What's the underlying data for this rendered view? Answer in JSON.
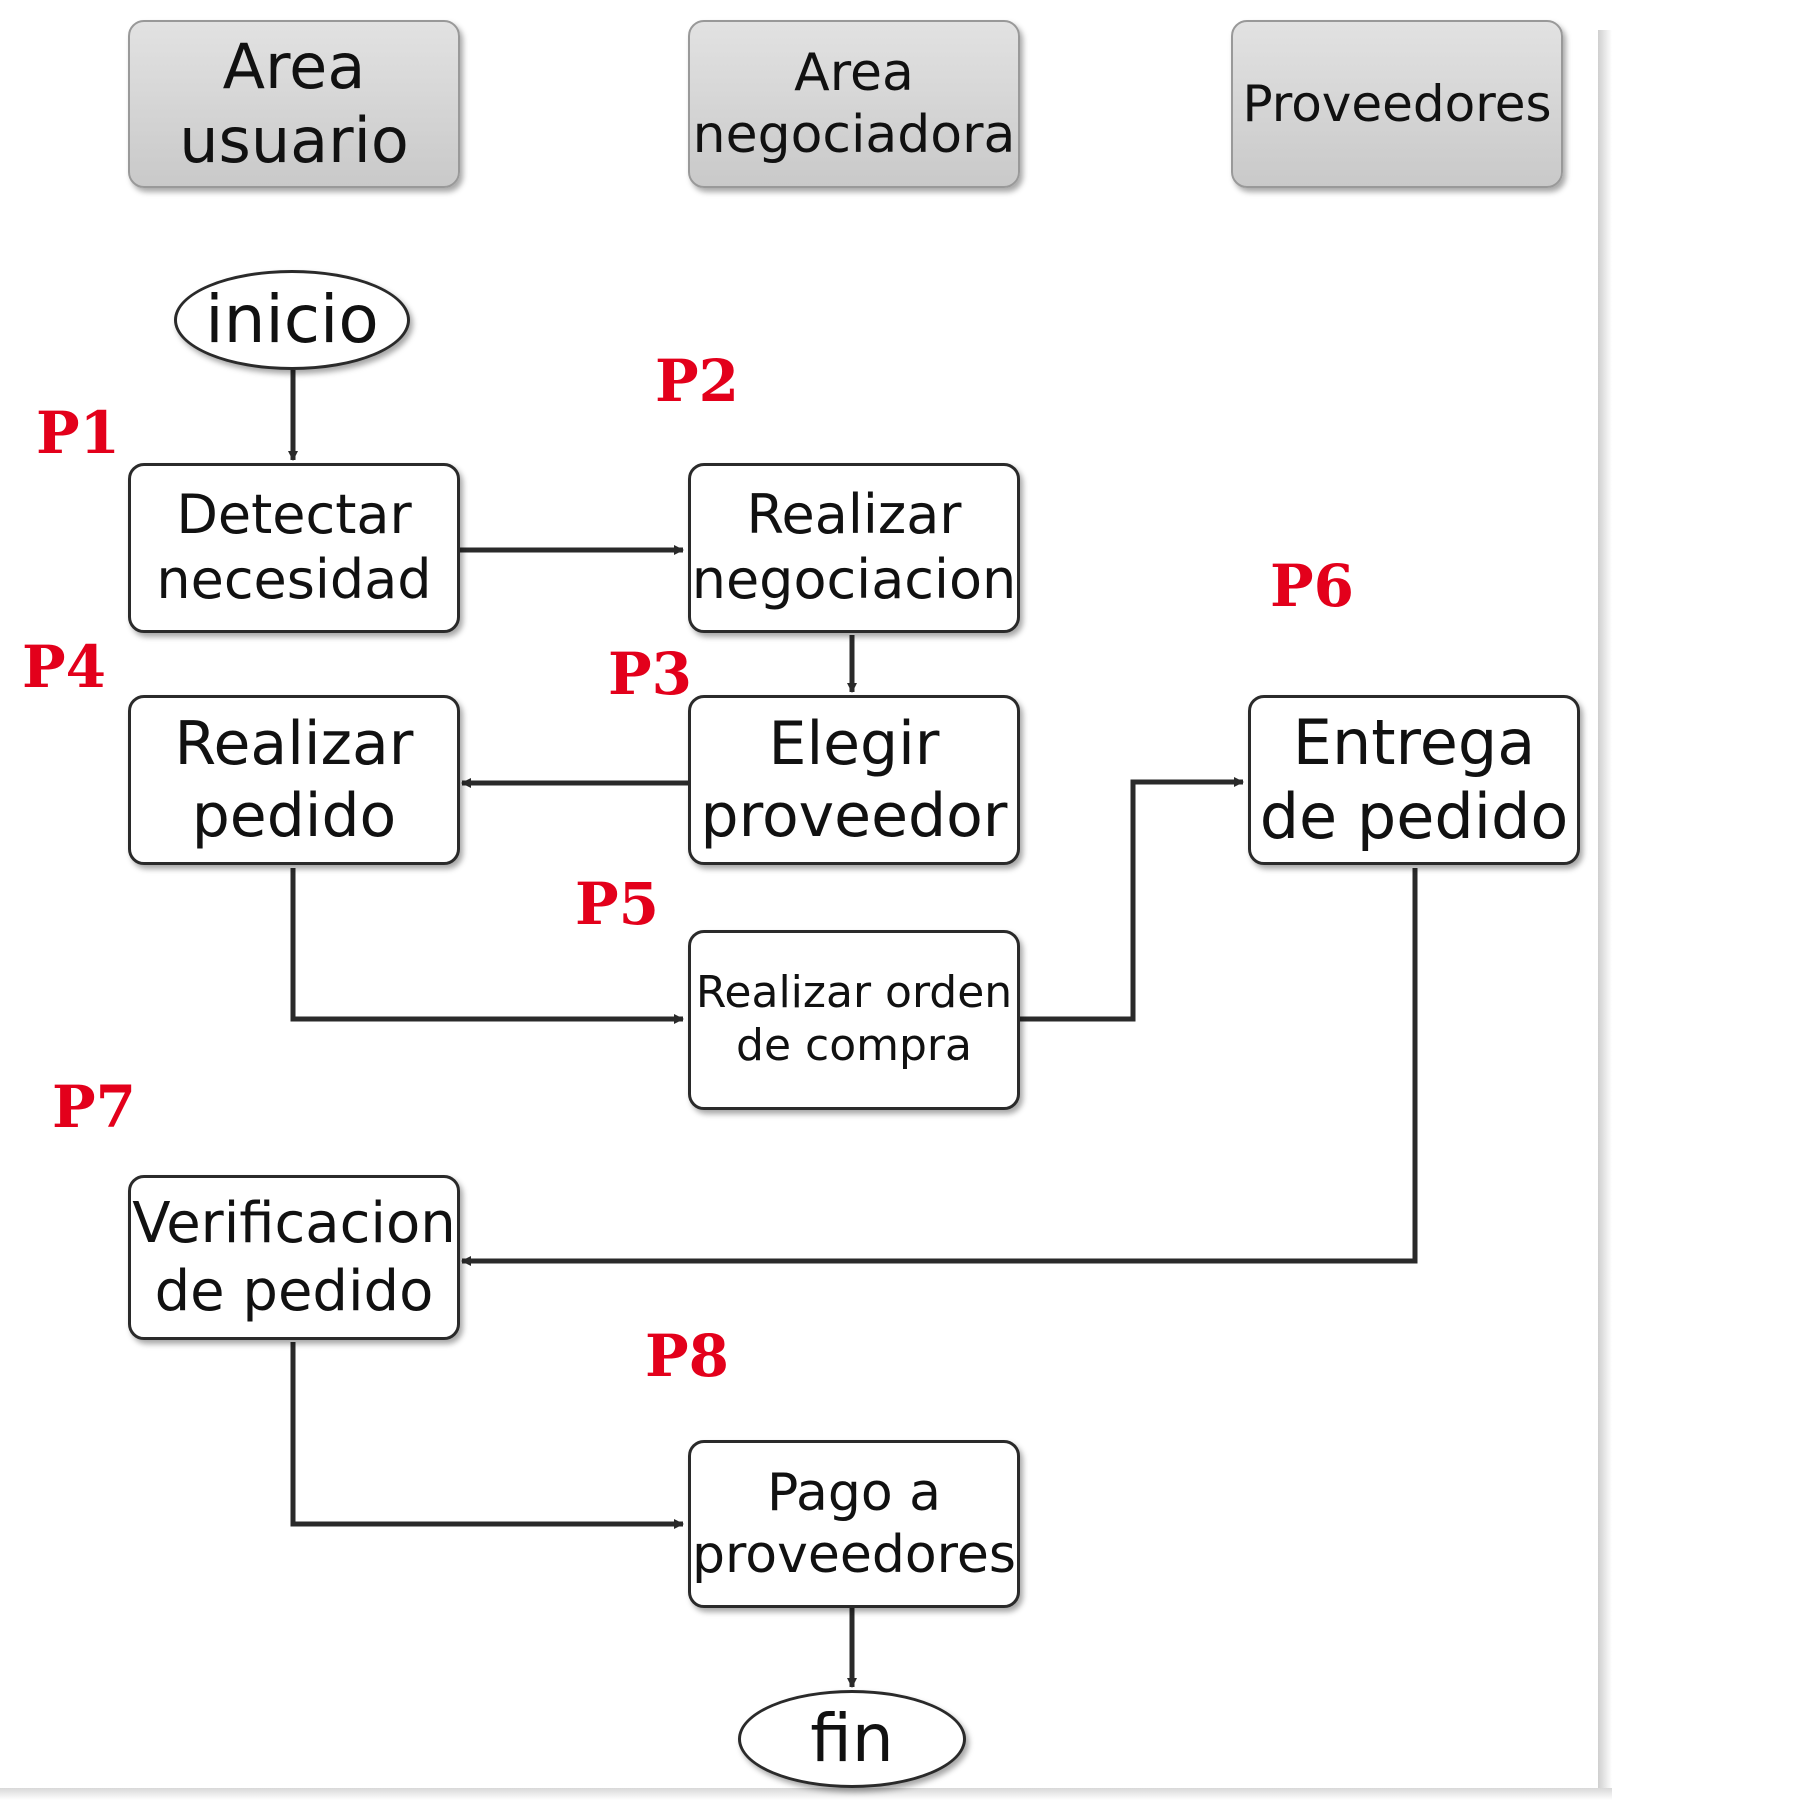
{
  "lanes": [
    {
      "label": "Area\nusuario"
    },
    {
      "label": "Area\nnegociadora"
    },
    {
      "label": "Proveedores"
    }
  ],
  "nodes": {
    "inicio": "inicio",
    "detectar": "Detectar\nnecesidad",
    "negociacion": "Realizar\nnegociacion",
    "elegir": "Elegir\nproveedor",
    "pedido": "Realizar\npedido",
    "orden": "Realizar orden\nde compra",
    "entrega": "Entrega\nde pedido",
    "verificacion": "Verificacion\nde pedido",
    "pago": "Pago a\nproveedores",
    "fin": "fin"
  },
  "tags": {
    "p1": "P1",
    "p2": "P2",
    "p3": "P3",
    "p4": "P4",
    "p5": "P5",
    "p6": "P6",
    "p7": "P7",
    "p8": "P8"
  },
  "colors": {
    "tag": "#e3001b",
    "line": "#2a2a2a",
    "lane_fill": "#d3d3d3"
  }
}
